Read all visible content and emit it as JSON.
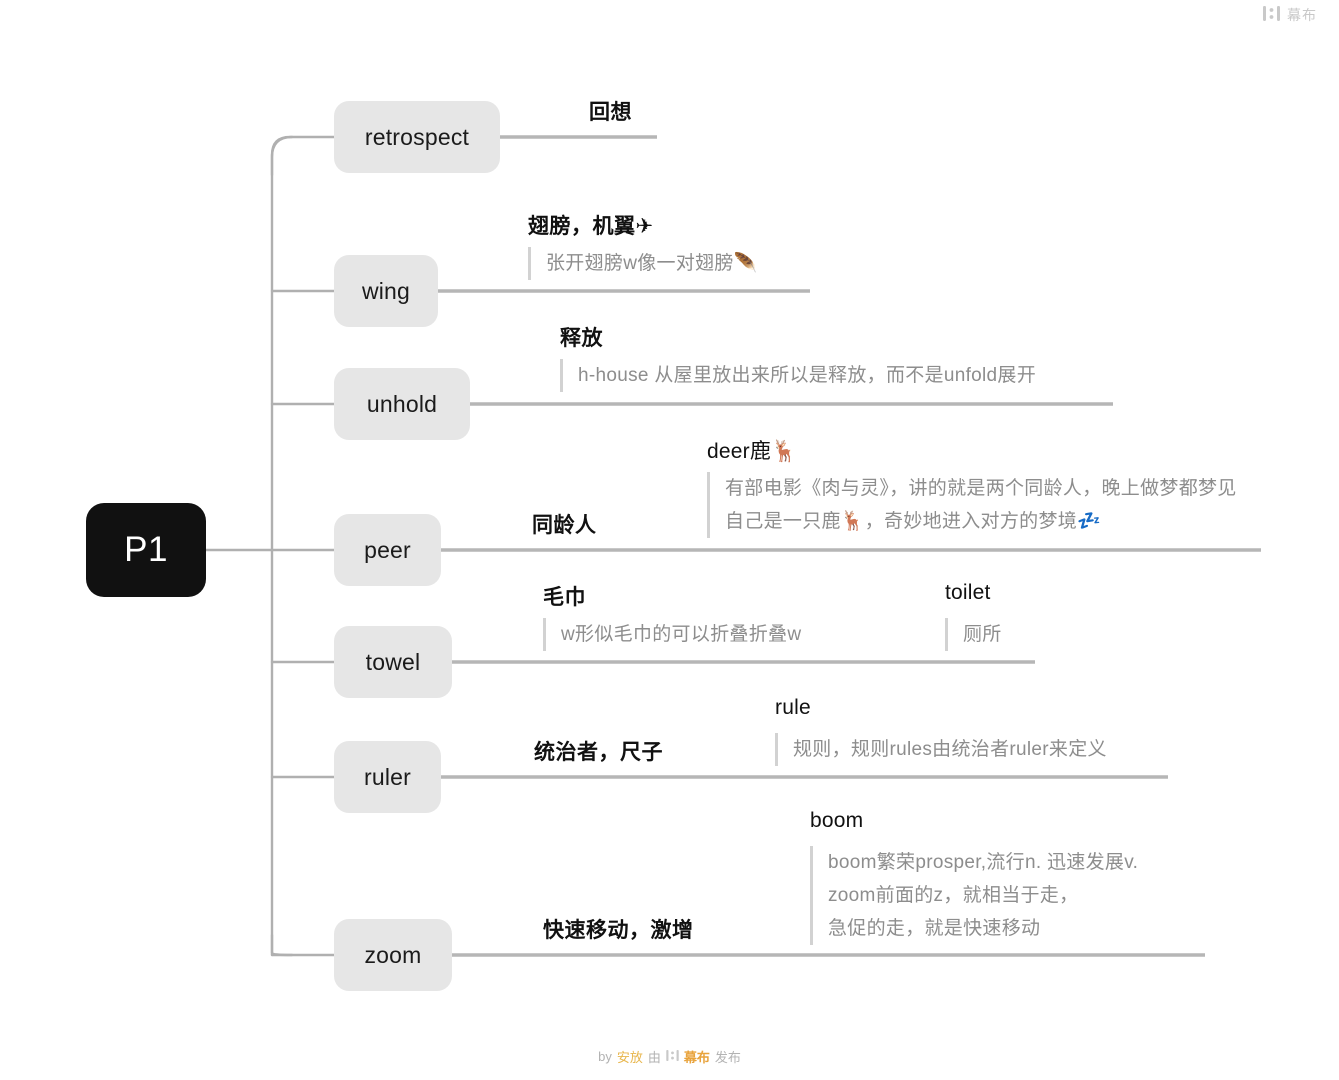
{
  "header": {
    "logo_icon": "mubu-logo-icon",
    "brand": "幕布"
  },
  "root": {
    "label": "P1"
  },
  "branches": [
    {
      "node": "retrospect",
      "cn_label": "回想",
      "en_head": "",
      "notes": []
    },
    {
      "node": "wing",
      "cn_label": "翅膀，机翼✈",
      "en_head": "",
      "notes": [
        "张开翅膀w像一对翅膀🪶"
      ]
    },
    {
      "node": "unhold",
      "cn_label": "释放",
      "en_head": "",
      "notes": [
        "h-house 从屋里放出来所以是释放，而不是unfold展开"
      ]
    },
    {
      "node": "peer",
      "cn_label": "同龄人",
      "en_head": "deer鹿🦌",
      "notes": [
        "有部电影《肉与灵》，讲的就是两个同龄人，晚上做梦都梦见自己是一只鹿🦌，奇妙地进入对方的梦境💤"
      ]
    },
    {
      "node": "towel",
      "cn_label": "毛巾",
      "en_head": "toilet",
      "notes": [
        "w形似毛巾的可以折叠折叠w",
        "厕所"
      ]
    },
    {
      "node": "ruler",
      "cn_label": "统治者，尺子",
      "en_head": "rule",
      "notes": [
        "规则，规则rules由统治者ruler来定义"
      ]
    },
    {
      "node": "zoom",
      "cn_label": "快速移动，激增",
      "en_head": "boom",
      "notes": [
        "boom繁荣prosper,流行n.  迅速发展v.\nzoom前面的z，就相当于走，\n急促的走，就是快速移动"
      ]
    }
  ],
  "footer": {
    "by": "by",
    "author": "安放",
    "mid": "由",
    "logo_icon": "mubu-logo-icon",
    "brand": "幕布",
    "published": "发布"
  },
  "colors": {
    "root_bg": "#111111",
    "node_bg": "#e6e6e6",
    "wire": "#b0b0b0",
    "note_text": "#8d8d8d",
    "brand_gold": "#e8b64c"
  }
}
